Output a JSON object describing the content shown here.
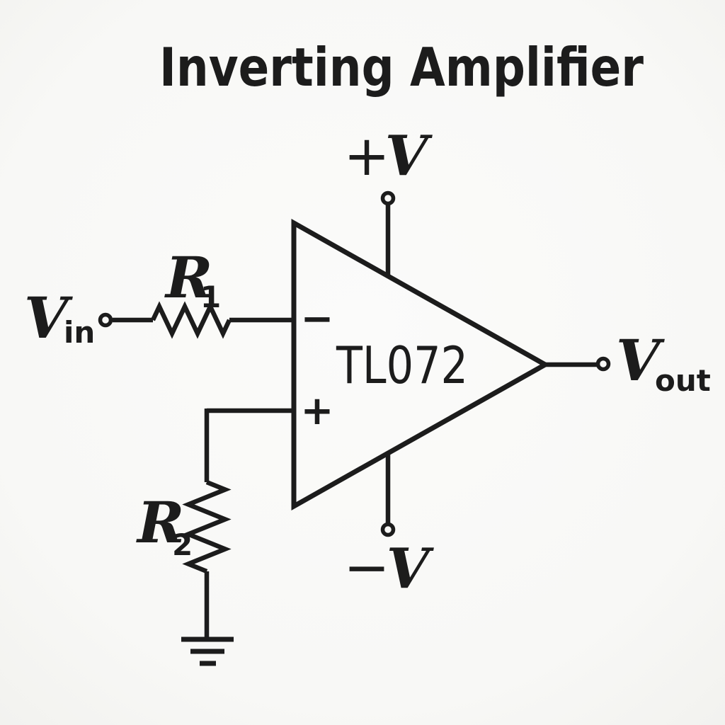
{
  "diagram": {
    "title": "Inverting Amplifier",
    "opamp": {
      "part_number": "TL072",
      "inverting_marker": "−",
      "noninverting_marker": "+"
    },
    "supplies": {
      "positive": {
        "sign": "+",
        "symbol": "V"
      },
      "negative": {
        "sign": "−",
        "symbol": "V"
      }
    },
    "ports": {
      "input": {
        "symbol": "V",
        "subscript": "in"
      },
      "output": {
        "symbol": "V",
        "subscript": "out"
      }
    },
    "resistors": {
      "r1": {
        "symbol": "R",
        "subscript": "1"
      },
      "r2": {
        "symbol": "R",
        "subscript": "2"
      }
    },
    "colors": {
      "background": "#f8f8f6",
      "line": "#1c1c1c",
      "text": "#1c1c1c"
    }
  }
}
